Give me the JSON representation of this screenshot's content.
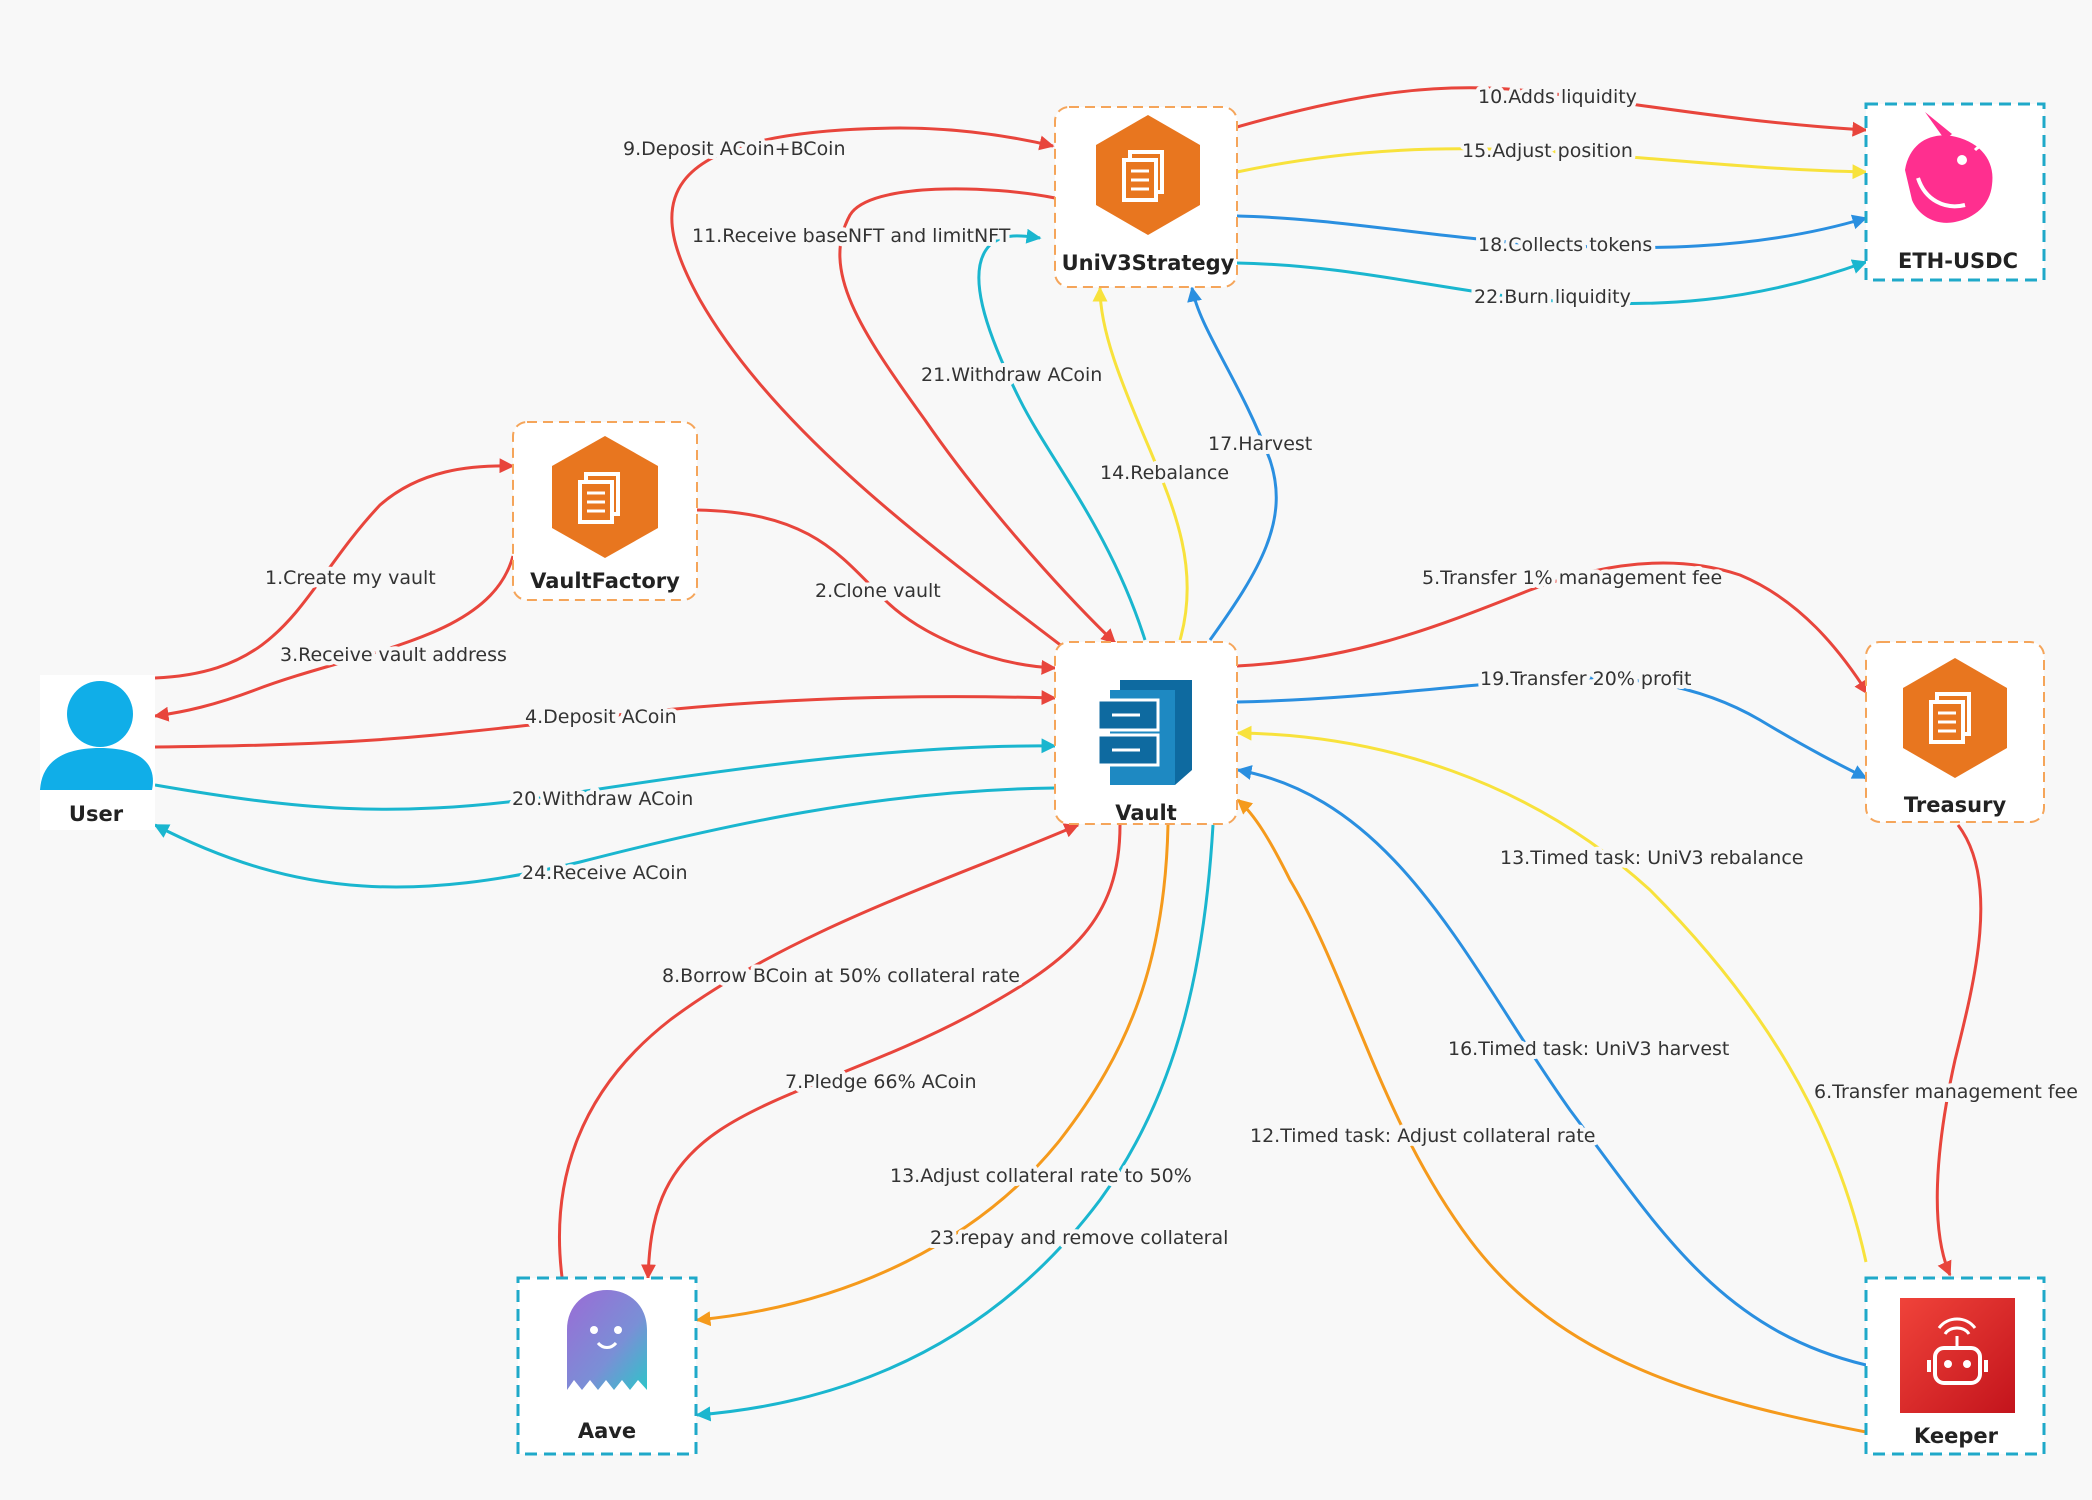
{
  "nodes": {
    "user": {
      "label": "User",
      "icon": "user-icon"
    },
    "vault_factory": {
      "label": "VaultFactory",
      "icon": "contract-hexagon-icon"
    },
    "vault": {
      "label": "Vault",
      "icon": "filing-cabinet-icon"
    },
    "univ3_strategy": {
      "label": "UniV3Strategy",
      "icon": "contract-hexagon-icon"
    },
    "eth_usdc": {
      "label": "ETH-USDC",
      "icon": "unicorn-icon"
    },
    "treasury": {
      "label": "Treasury",
      "icon": "contract-hexagon-icon"
    },
    "keeper": {
      "label": "Keeper",
      "icon": "robot-icon"
    },
    "aave": {
      "label": "Aave",
      "icon": "ghost-icon"
    }
  },
  "edges": {
    "e1": "1.Create my vault",
    "e2": "2.Clone vault",
    "e3": "3.Receive vault address",
    "e4": "4.Deposit ACoin",
    "e5": "5.Transfer 1% management fee",
    "e6": "6.Transfer management fee",
    "e7": "7.Pledge 66% ACoin",
    "e8": "8.Borrow BCoin at 50% collateral rate",
    "e9": "9.Deposit ACoin+BCoin",
    "e10": "10.Adds liquidity",
    "e11": "11.Receive baseNFT and limitNFT",
    "e12": "12.Timed task: Adjust collateral rate",
    "e13a": "13.Timed task: UniV3 rebalance",
    "e13b": "13.Adjust collateral rate to 50%",
    "e14": "14.Rebalance",
    "e15": "15.Adjust position",
    "e16": "16.Timed task: UniV3 harvest",
    "e17": "17.Harvest",
    "e18": "18.Collects tokens",
    "e19": "19.Transfer 20% profit",
    "e20": "20.Withdraw ACoin",
    "e21": "21.Withdraw ACoin",
    "e22": "22.Burn liquidity",
    "e23": "23.repay and remove collateral",
    "e24": "24.Receive ACoin"
  },
  "colors": {
    "red": "#e8453c",
    "yellow": "#f8e23c",
    "blue": "#2a8fe0",
    "cyan": "#1ab6cf",
    "orange": "#f59a1c",
    "orange_border": "#f5a55a",
    "cyan_border": "#1fa9c9",
    "hexagon": "#e8761f",
    "vault_icon": "#0e6aa0",
    "user_icon": "#10aee8",
    "keeper_bg": "#d81e1e"
  }
}
